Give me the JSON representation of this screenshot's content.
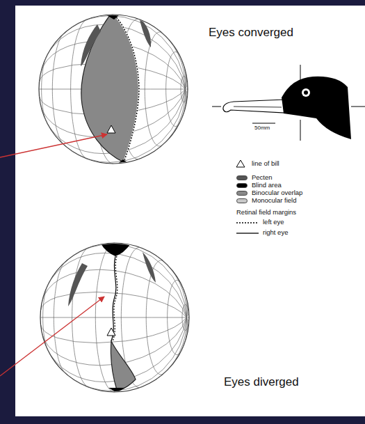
{
  "diagram": {
    "labels": [
      "Eyes converged",
      "50mm",
      "Retinal field margins",
      "Eyes diverged"
    ],
    "legend": [
      {
        "text": "line of bill"
      },
      {
        "text": "Pecten",
        "color": "#555555"
      },
      {
        "text": "Blind area",
        "color": "#000000"
      },
      {
        "text": "Binocular overlap",
        "color": "#888888"
      },
      {
        "text": "Monocular field",
        "color": "#c8c8c8"
      },
      {
        "text": "left eye"
      },
      {
        "text": "right eye"
      }
    ]
  }
}
